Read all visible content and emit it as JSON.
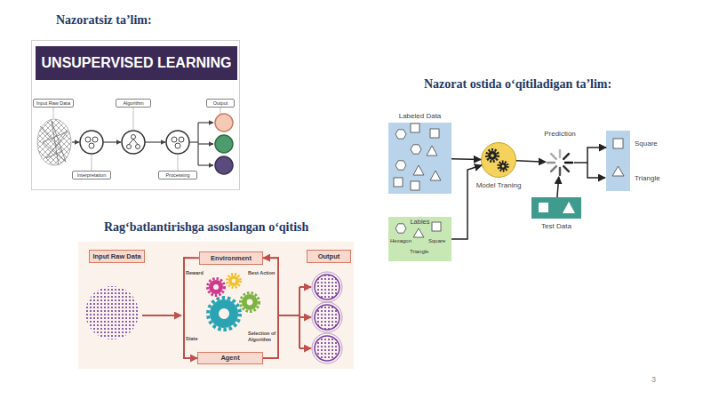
{
  "diagram": {
    "nodes": [
      {
        "text": [
          "Nazoratsiz ta’lim:",
          "UNSUPERVISED LEARNING"
        ]
      },
      {
        "text": [
          "Input Raw Data"
        ],
        "in": 0
      },
      {
        "text": [
          "Algorithm"
        ],
        "in": 0
      },
      {
        "text": [
          "Output"
        ],
        "in": 0
      },
      {
        "text": [
          "Interpretation"
        ],
        "in": 0
      },
      {
        "text": [
          "Processing"
        ],
        "in": 0
      },
      {
        "text": [
          "Nazorat ostida o‘qitiladigan ta’lim:"
        ]
      },
      {
        "text": [
          "Labeled Data"
        ],
        "in": 6
      },
      {
        "text": [
          "Lables",
          "Hexagon",
          "Square",
          "Triangle"
        ],
        "in": 6
      },
      {
        "text": [
          "Model Traning"
        ],
        "in": 6
      },
      {
        "text": [
          "Prediction"
        ],
        "in": 6
      },
      {
        "text": [
          "Square",
          "Triangle"
        ],
        "in": 6
      },
      {
        "text": [
          "Test Data"
        ],
        "in": 6
      },
      {
        "text": [
          "Rag‘batlantirishga asoslangan o‘qitish"
        ]
      },
      {
        "text": [
          "Input Raw Data"
        ],
        "in": 13
      },
      {
        "text": [
          "Environment"
        ],
        "in": 13
      },
      {
        "text": [
          "Agent"
        ],
        "in": 13
      },
      {
        "text": [
          "Output"
        ],
        "in": 13
      }
    ],
    "edges": [
      {
        "from": 7,
        "to": 9,
        "arrow": "to"
      },
      {
        "from": 8,
        "to": 9,
        "arrow": "to"
      },
      {
        "from": 9,
        "to": 10,
        "arrow": "to"
      },
      {
        "from": 10,
        "to": 11,
        "arrow": "to"
      },
      {
        "from": 12,
        "to": 10,
        "arrow": "to"
      },
      {
        "from": 15,
        "to": 16,
        "label": "Reward",
        "arrow": "to"
      },
      {
        "from": 16,
        "to": 15,
        "label": "Best Action",
        "arrow": "to"
      }
    ],
    "labels": [
      "State",
      "Selection of Algorithm",
      "3"
    ]
  }
}
